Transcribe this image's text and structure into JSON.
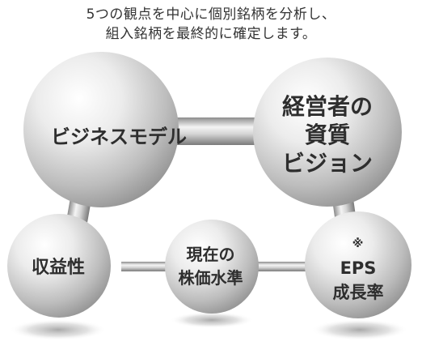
{
  "header": {
    "line1": "5つの観点を中心に個別銘柄を分析し、",
    "line2": "組入銘柄を最終的に確定します。"
  },
  "spheres": {
    "business": {
      "label": "ビジネスモデル"
    },
    "management": {
      "line1": "経営者の",
      "line2": "資質",
      "line3": "ビジョン"
    },
    "profit": {
      "label": "収益性"
    },
    "price": {
      "line1": "現在の",
      "line2": "株価水準"
    },
    "eps": {
      "mark": "※",
      "line1": "EPS",
      "line2": "成長率"
    }
  },
  "colors": {
    "text": "#2e2e2e",
    "background": "#ffffff"
  }
}
